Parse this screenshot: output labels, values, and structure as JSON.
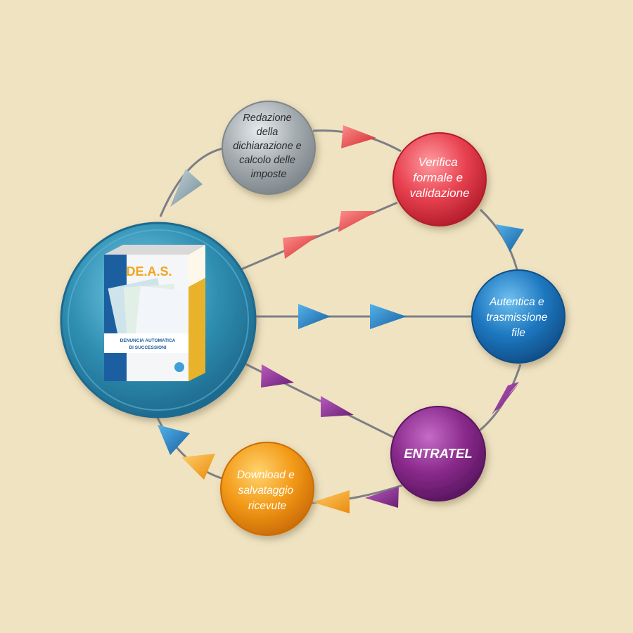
{
  "nodes": {
    "redazione": {
      "lines": [
        "Redazione",
        "della",
        "dichiarazione e",
        "calcolo delle",
        "imposte"
      ]
    },
    "verifica": {
      "lines": [
        "Verifica",
        "formale e",
        "validazione"
      ]
    },
    "autentica": {
      "lines": [
        "Autentica e",
        "trasmissione",
        "file"
      ]
    },
    "entratel": {
      "lines": [
        "ENTRATEL"
      ]
    },
    "download": {
      "lines": [
        "Download e",
        "salvataggio",
        "ricevute"
      ]
    }
  },
  "product": {
    "title": "DE.A.S.",
    "subtitle_line1": "DENUNCIA AUTOMATICA",
    "subtitle_line2": "DI SUCCESSIONI"
  },
  "colors": {
    "background": "#efe3c2",
    "connector": "#7d7f85",
    "gray": "#a3aaae",
    "red": "#e8414f",
    "blue": "#1e78c0",
    "purple": "#8a2a8c",
    "orange": "#f39a18",
    "teal": "#2f8fb2"
  }
}
